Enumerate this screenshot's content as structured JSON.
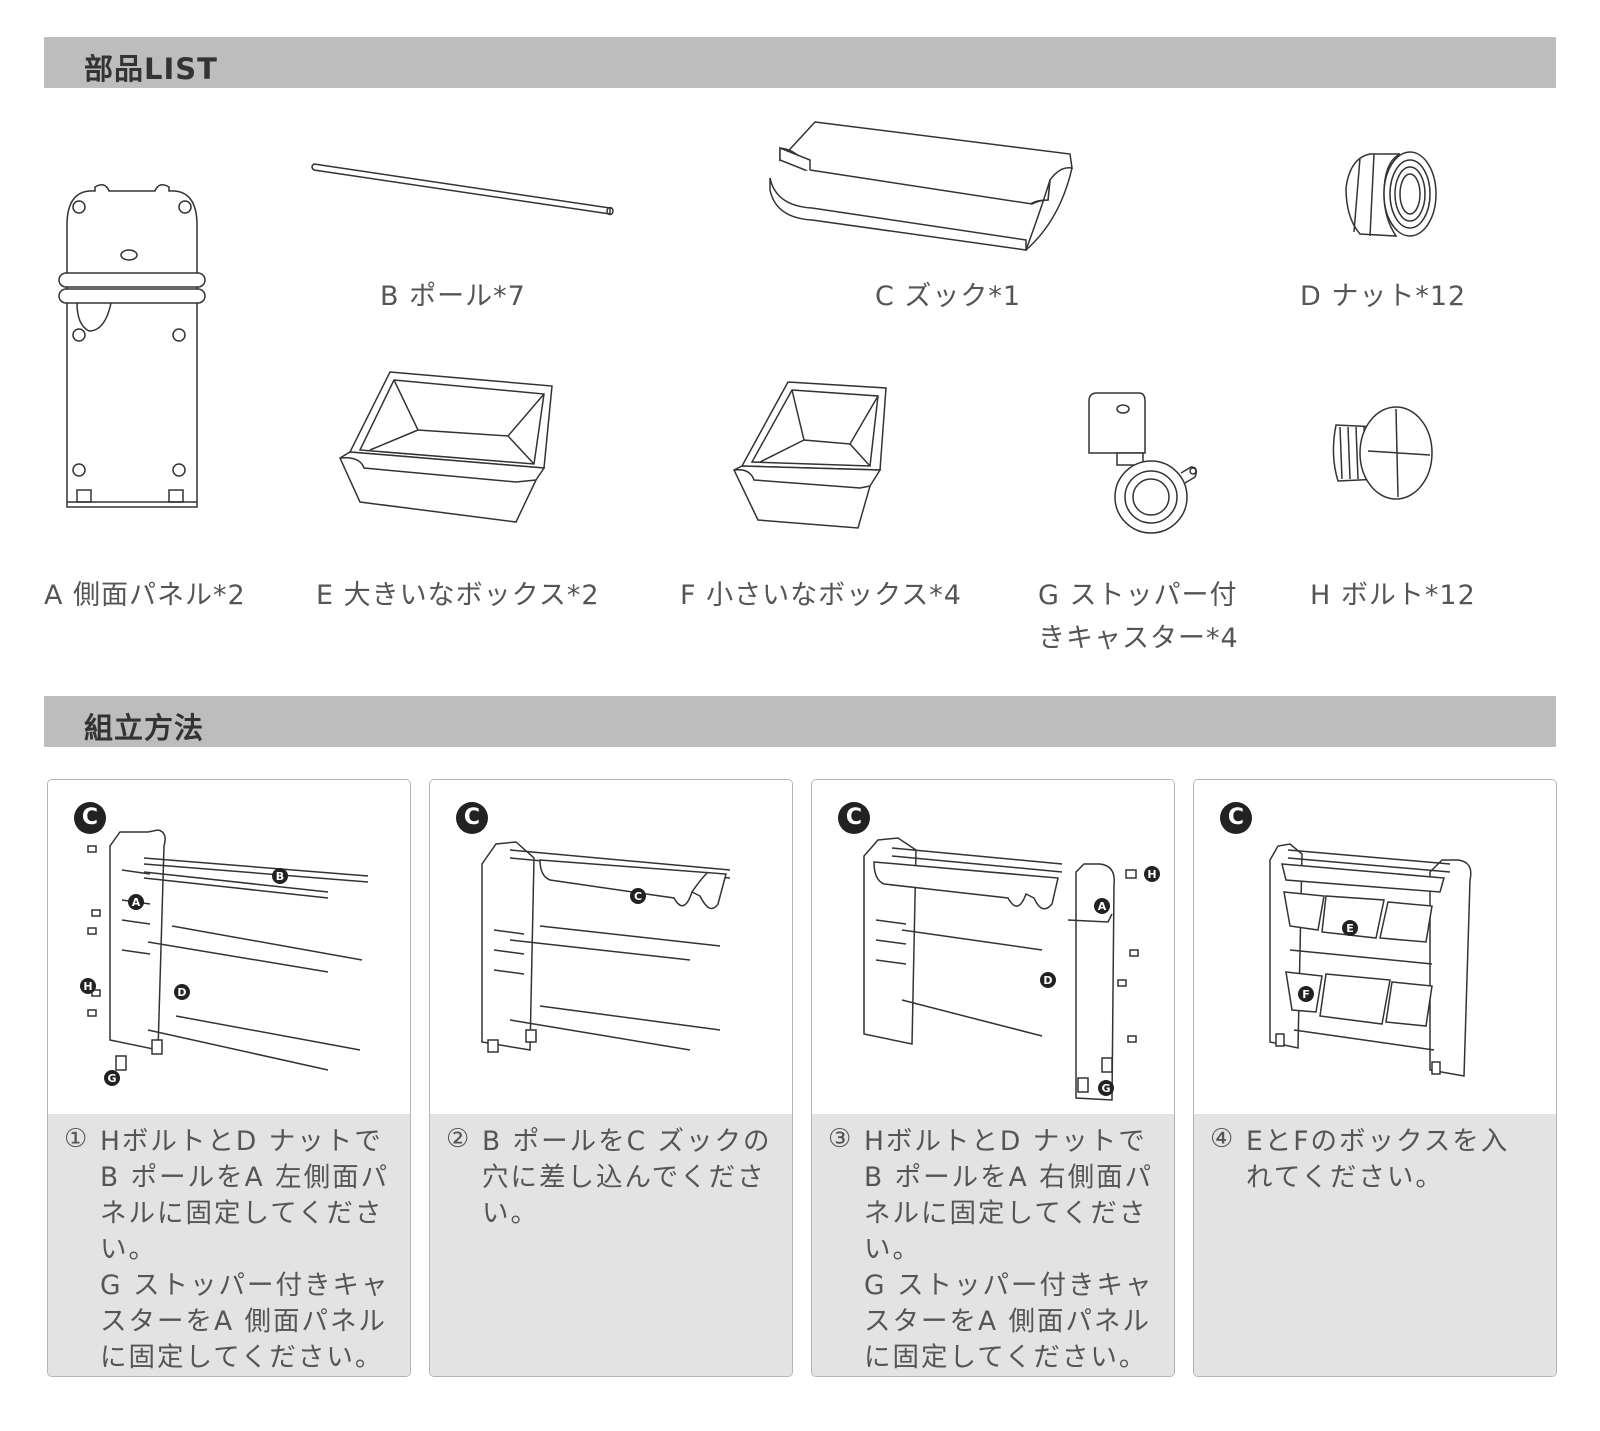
{
  "sections": {
    "parts_title": "部品LIST",
    "assembly_title": "組立方法"
  },
  "parts": {
    "a": "A 側面パネル*2",
    "b": "B ポール*7",
    "c": "C ズック*1",
    "d": "D ナット*12",
    "e": "E 大きいなボックス*2",
    "f": "F 小さいなボックス*4",
    "g_line1": "G ストッパー付",
    "g_line2": "きキャスター*4",
    "h": "H ボルト*12"
  },
  "steps": [
    {
      "badge": "C",
      "num": "①",
      "lines": [
        "HボルトとD ナットで",
        "B ポールをA 左側面パ",
        "ネルに固定してくださ",
        "い。",
        "G ストッパー付きキャ",
        "スターをA 側面パネル",
        "に固定してください。"
      ]
    },
    {
      "badge": "C",
      "num": "②",
      "lines": [
        "B ポールをC ズックの",
        "穴に差し込んでくださ",
        "い。"
      ]
    },
    {
      "badge": "C",
      "num": "③",
      "lines": [
        "HボルトとD ナットで",
        "B ポールをA 右側面パ",
        "ネルに固定してくださ",
        "い。",
        "G ストッパー付きキャ",
        "スターをA 側面パネル",
        "に固定してください。"
      ]
    },
    {
      "badge": "C",
      "num": "④",
      "lines": [
        "EとFのボックスを入",
        "れてください。"
      ]
    }
  ],
  "diagram_labels": {
    "b": "B",
    "a": "A",
    "h": "H",
    "d": "D",
    "g": "G",
    "c": "C",
    "e": "E",
    "f": "F"
  }
}
